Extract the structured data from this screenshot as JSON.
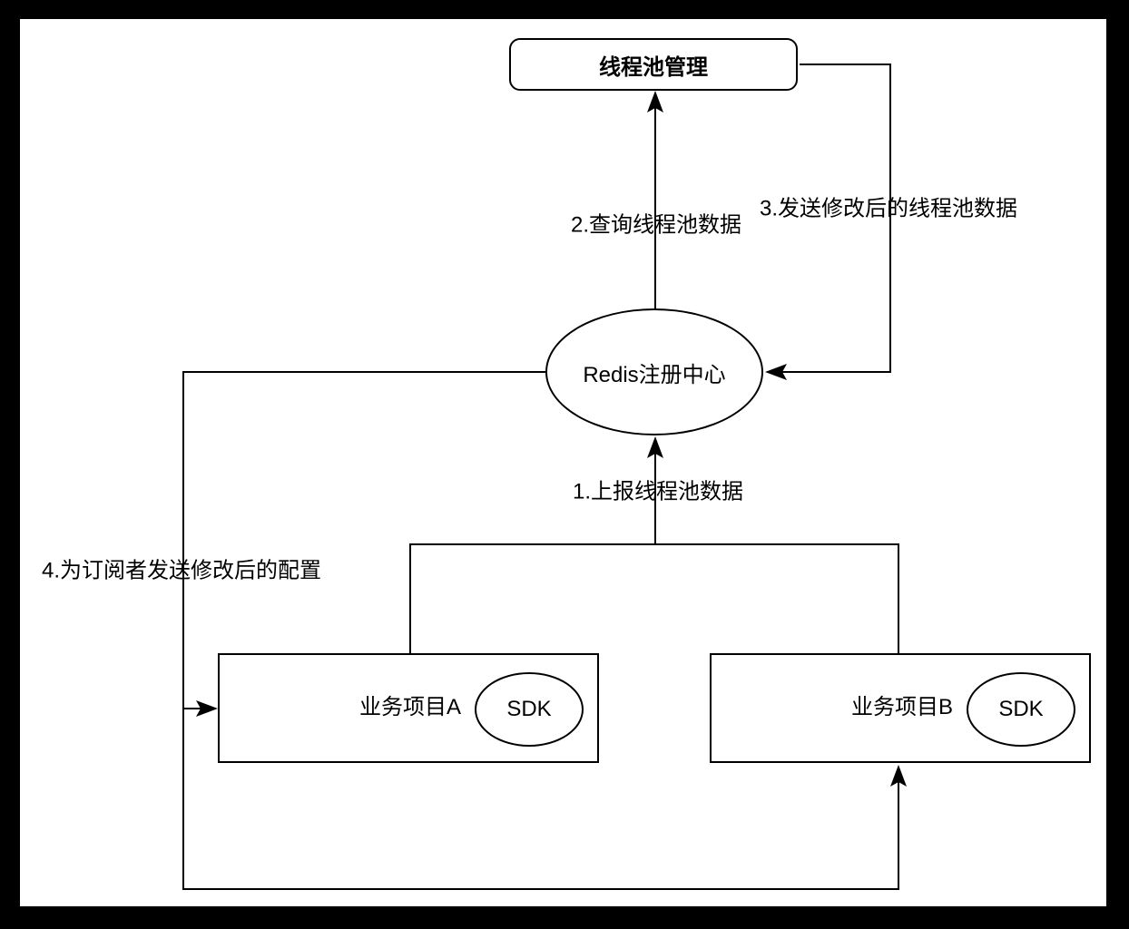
{
  "diagram": {
    "nodes": {
      "thread_pool_manager": {
        "label": "线程池管理"
      },
      "redis_registry": {
        "label": "Redis注册中心"
      },
      "project_a": {
        "label": "业务项目A",
        "sdk_label": "SDK"
      },
      "project_b": {
        "label": "业务项目B",
        "sdk_label": "SDK"
      }
    },
    "edges": {
      "report": {
        "label": "1.上报线程池数据"
      },
      "query": {
        "label": "2.查询线程池数据"
      },
      "push_modified": {
        "label": "3.发送修改后的线程池数据"
      },
      "notify_subscribers": {
        "label": "4.为订阅者发送修改后的配置"
      }
    },
    "colors": {
      "stroke": "#000000",
      "node_fill": "#ffffff",
      "canvas_background": "#ffffff",
      "frame_border": "#000000"
    }
  }
}
